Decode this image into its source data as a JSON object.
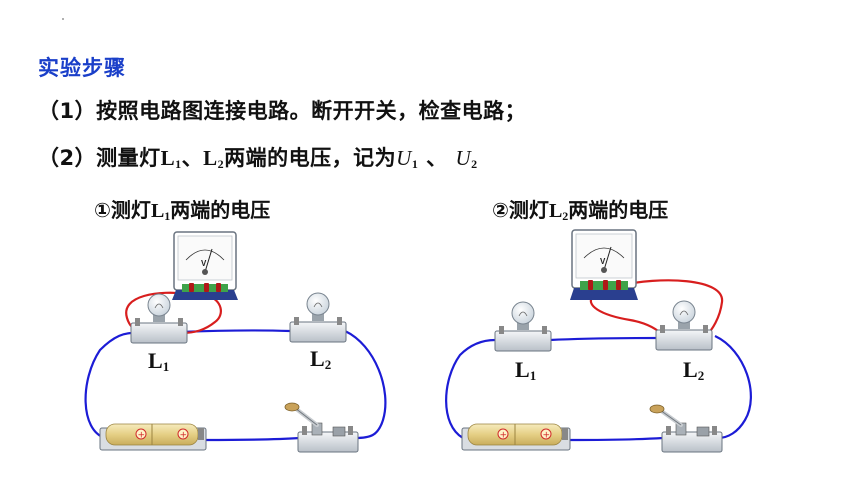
{
  "heading": "实验步骤",
  "step1": {
    "num": "（1）",
    "text": "按照电路图连接电路。断开开关，检查电路；"
  },
  "step2": {
    "num": "（2）",
    "text_a": "测量灯",
    "l1": "L",
    "l1_sub": "1",
    "sep": "、",
    "l2": "L",
    "l2_sub": "2",
    "text_b": "两端的电压，记为",
    "u1": "U",
    "u1_sub": "1",
    "sep2": " 、 ",
    "u2": "U",
    "u2_sub": "2"
  },
  "diagram1": {
    "title_a": "①测灯",
    "title_l": "L",
    "title_sub": "1",
    "title_b": "两端的电压",
    "bulb_left": {
      "letter": "L",
      "sub": "1"
    },
    "bulb_right": {
      "letter": "L",
      "sub": "2"
    },
    "meter_symbol": "V"
  },
  "diagram2": {
    "title_a": "②测灯",
    "title_l": "L",
    "title_sub": "2",
    "title_b": "两端的电压",
    "bulb_left": {
      "letter": "L",
      "sub": "1"
    },
    "bulb_right": {
      "letter": "L",
      "sub": "2"
    },
    "meter_symbol": "V"
  },
  "colors": {
    "heading": "#1a3fc9",
    "main_wire": "#1c1cd6",
    "meter_wire": "#d81e1e",
    "battery": "#e3d08a",
    "meter_base": "#2a3f8f",
    "meter_board": "#3fa34a"
  }
}
